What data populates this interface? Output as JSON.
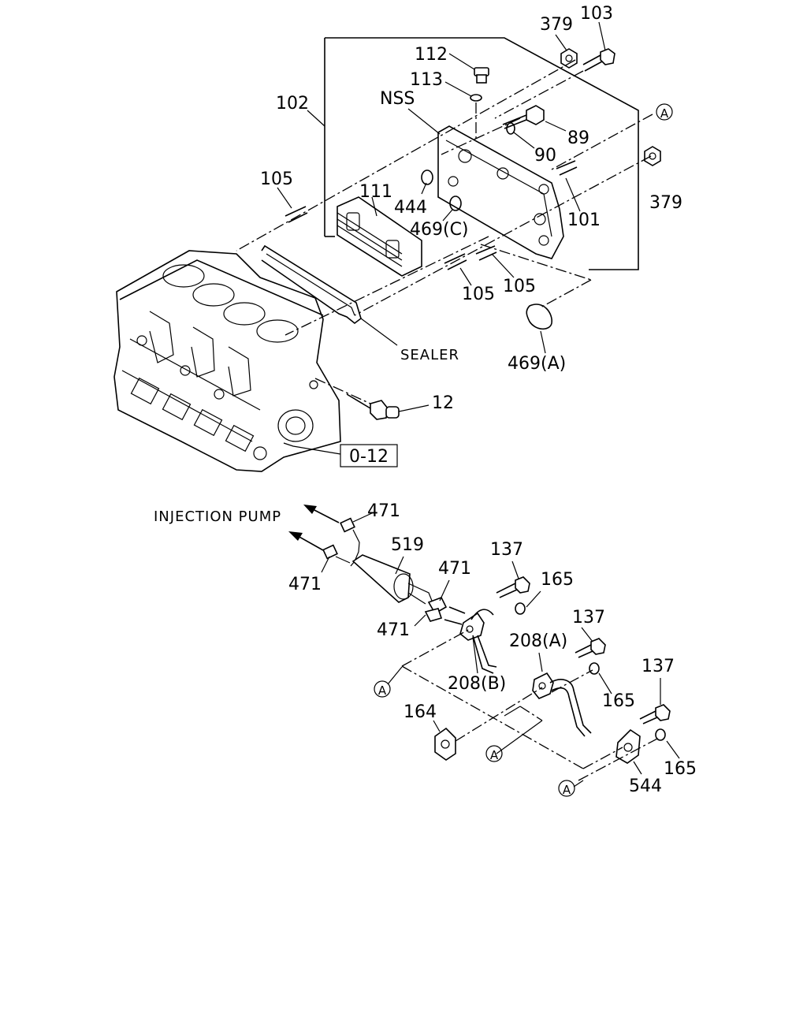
{
  "parts": {
    "p379_top": "379",
    "p103": "103",
    "p112": "112",
    "p113": "113",
    "nss": "NSS",
    "p102": "102",
    "p89": "89",
    "p90": "90",
    "p105_left": "105",
    "p111": "111",
    "p444": "444",
    "p469c": "469(C)",
    "p101": "101",
    "p379_right": "379",
    "p105_mid": "105",
    "p105_right": "105",
    "sealer": "SEALER",
    "p469a": "469(A)",
    "p12": "12",
    "ref012": "0-12",
    "injection_pump": "INJECTION PUMP",
    "p471_a": "471",
    "p471_b": "471",
    "p471_c": "471",
    "p471_d": "471",
    "p519": "519",
    "p137_a": "137",
    "p165_a": "165",
    "p137_b": "137",
    "p208a": "208(A)",
    "p208b": "208(B)",
    "p165_b": "165",
    "p137_c": "137",
    "p164": "164",
    "p165_c": "165",
    "p544": "544"
  },
  "connector_marks": {
    "a1": "A",
    "a2": "A",
    "a3": "A",
    "a4": "A"
  }
}
